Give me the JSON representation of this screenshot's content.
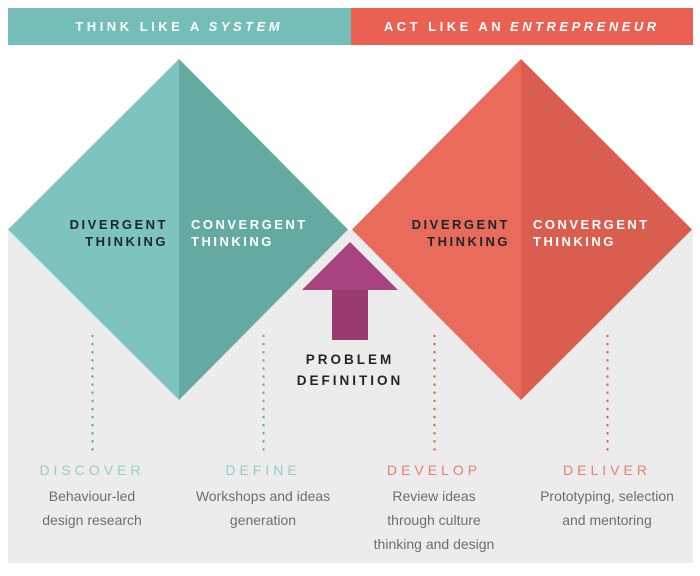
{
  "banner": {
    "left": {
      "regular": "THINK LIKE A",
      "italic": "SYSTEM"
    },
    "right": {
      "regular": "ACT LIKE AN",
      "italic": "ENTREPRENEUR"
    }
  },
  "diamond_left": {
    "divergent_line1": "DIVERGENT",
    "divergent_line2": "THINKING",
    "convergent_line1": "CONVERGENT",
    "convergent_line2": "THINKING"
  },
  "diamond_right": {
    "divergent_line1": "DIVERGENT",
    "divergent_line2": "THINKING",
    "convergent_line1": "CONVERGENT",
    "convergent_line2": "THINKING"
  },
  "arrow": {
    "label_line1": "PROBLEM",
    "label_line2": "DEFINITION"
  },
  "phases": [
    {
      "id": "discover",
      "heading": "DISCOVER",
      "lines": [
        "Behaviour-led",
        "design research"
      ]
    },
    {
      "id": "define",
      "heading": "DEFINE",
      "lines": [
        "Workshops and ideas",
        "generation"
      ]
    },
    {
      "id": "develop",
      "heading": "DEVELOP",
      "lines": [
        "Review ideas",
        "through culture",
        "thinking and design"
      ]
    },
    {
      "id": "deliver",
      "heading": "DELIVER",
      "lines": [
        "Prototyping, selection",
        "and mentoring"
      ]
    }
  ],
  "colors": {
    "banner_teal": "#74beb7",
    "banner_coral": "#ea6153",
    "diamond_teal_light": "#7cc4bd",
    "diamond_teal_dark": "#65a9a3",
    "diamond_coral_light": "#e96b5b",
    "diamond_coral_dark": "#d95e4f",
    "arrow_head": "#a7447f",
    "arrow_stem": "#993a70",
    "panel_gray": "#ececec",
    "dark_text": "#1f262b",
    "body_text": "#6e6e6e",
    "phase_heading_teal": "#97ccc6",
    "phase_heading_coral": "#e8806e",
    "dot_teal": "#64aba4",
    "dot_coral": "#e2604f"
  }
}
